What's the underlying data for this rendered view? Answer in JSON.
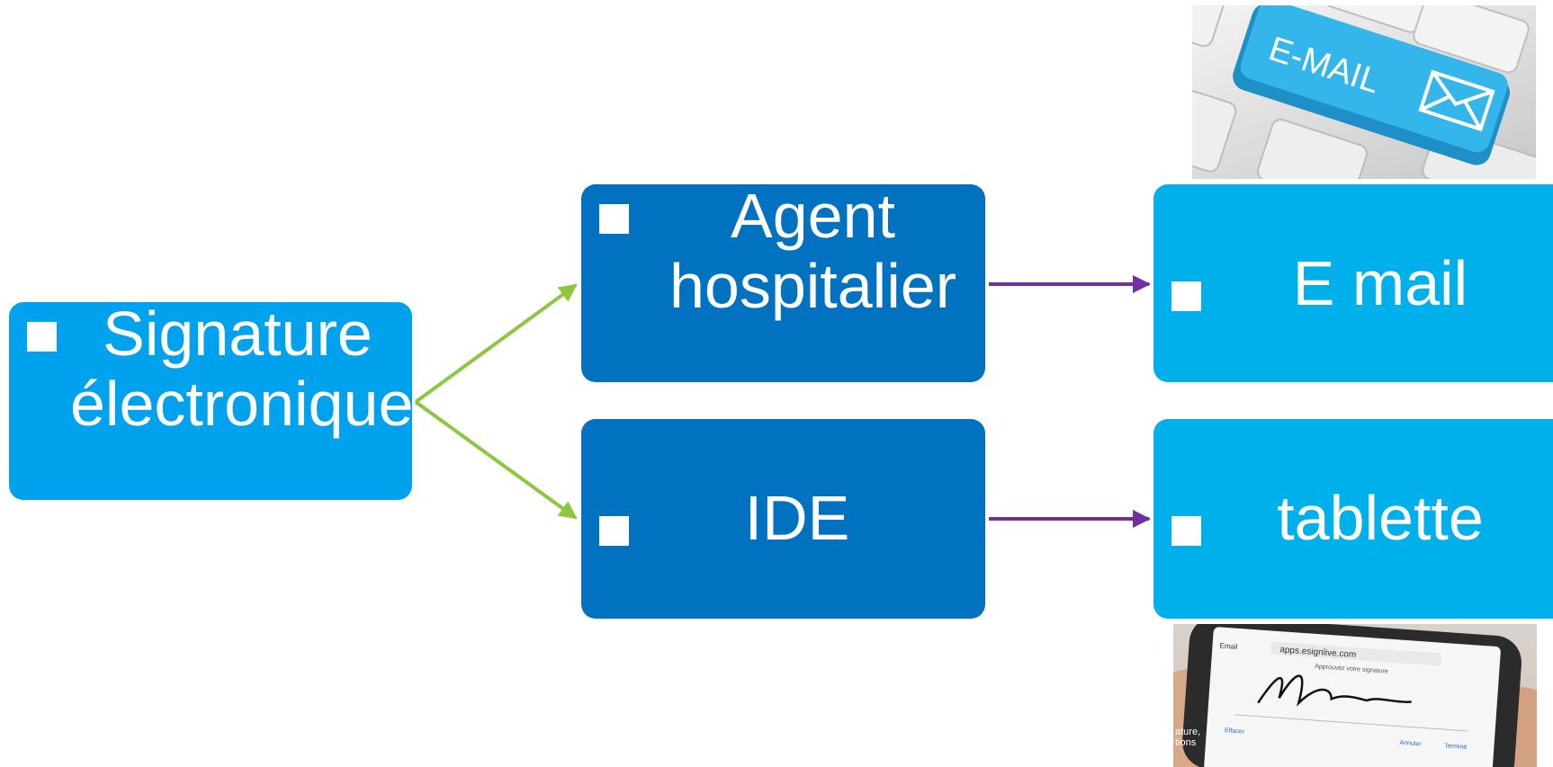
{
  "nodes": {
    "root": {
      "label": "Signature électronique"
    },
    "agent": {
      "label": "Agent hospitalier"
    },
    "ide": {
      "label": "IDE"
    },
    "email": {
      "label": "E mail"
    },
    "tablette": {
      "label": "tablette"
    }
  },
  "photos": {
    "email_key": {
      "key_text": "E-MAIL",
      "icon": "envelope-icon"
    },
    "tablet": {
      "url_text": "apps.esignlive.com",
      "header_text": "Approuvez votre signature",
      "left_tab": "Email",
      "clear_text": "Effacer",
      "cancel_text": "Annuler",
      "done_text": "Terminé",
      "caption_text": "ature,\ntions"
    }
  },
  "colors": {
    "root": "#00a2ee",
    "middle": "#0072c0",
    "right": "#00b0ea",
    "green_arrow": "#8dc63f",
    "purple_arrow": "#7030a0"
  }
}
